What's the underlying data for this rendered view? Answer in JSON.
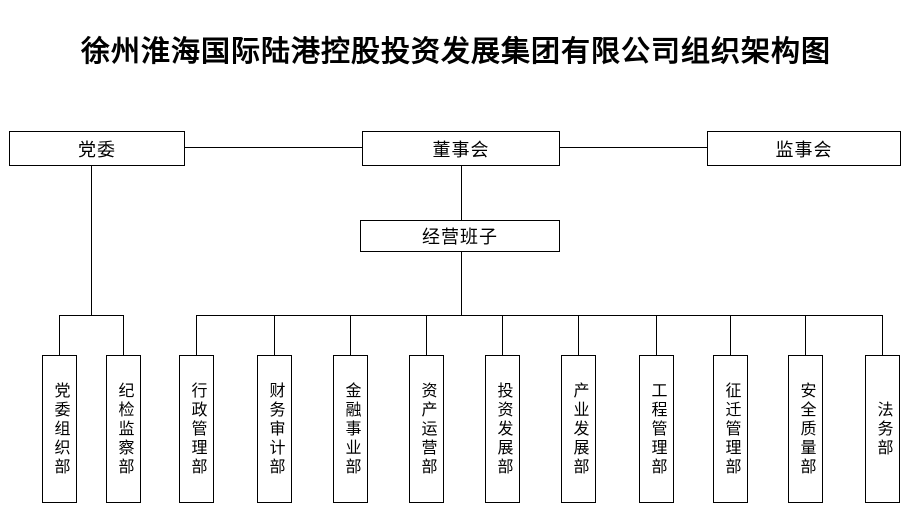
{
  "title": "徐州淮海国际陆港控股投资发展集团有限公司组织架构图",
  "top_nodes": {
    "party_committee": "党委",
    "board_of_directors": "董事会",
    "supervisory_board": "监事会"
  },
  "management_team": "经营班子",
  "departments": [
    {
      "label": "党委组织部"
    },
    {
      "label": "纪检监察部"
    },
    {
      "label": "行政管理部"
    },
    {
      "label": "财务审计部"
    },
    {
      "label": "金融事业部"
    },
    {
      "label": "资产运营部"
    },
    {
      "label": "投资发展部"
    },
    {
      "label": "产业发展部"
    },
    {
      "label": "工程管理部"
    },
    {
      "label": "征迁管理部"
    },
    {
      "label": "安全质量部"
    },
    {
      "label": "法务部"
    }
  ],
  "colors": {
    "background": "#ffffff",
    "line": "#000000",
    "text": "#000000"
  }
}
